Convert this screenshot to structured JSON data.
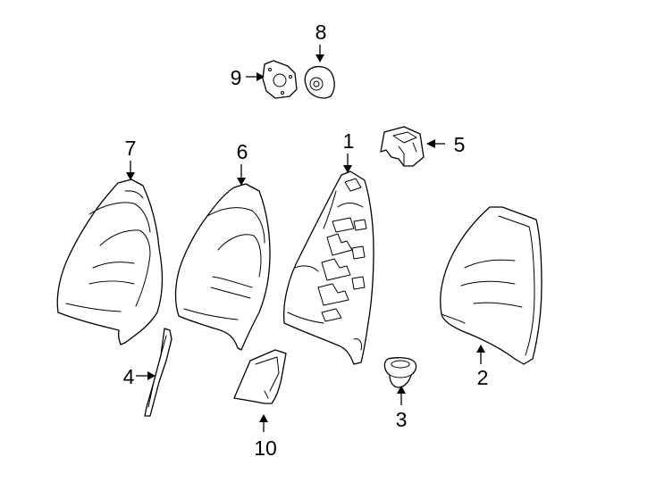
{
  "callouts": {
    "1": "1",
    "2": "2",
    "3": "3",
    "4": "4",
    "5": "5",
    "6": "6",
    "7": "7",
    "8": "8",
    "9": "9",
    "10": "10"
  }
}
